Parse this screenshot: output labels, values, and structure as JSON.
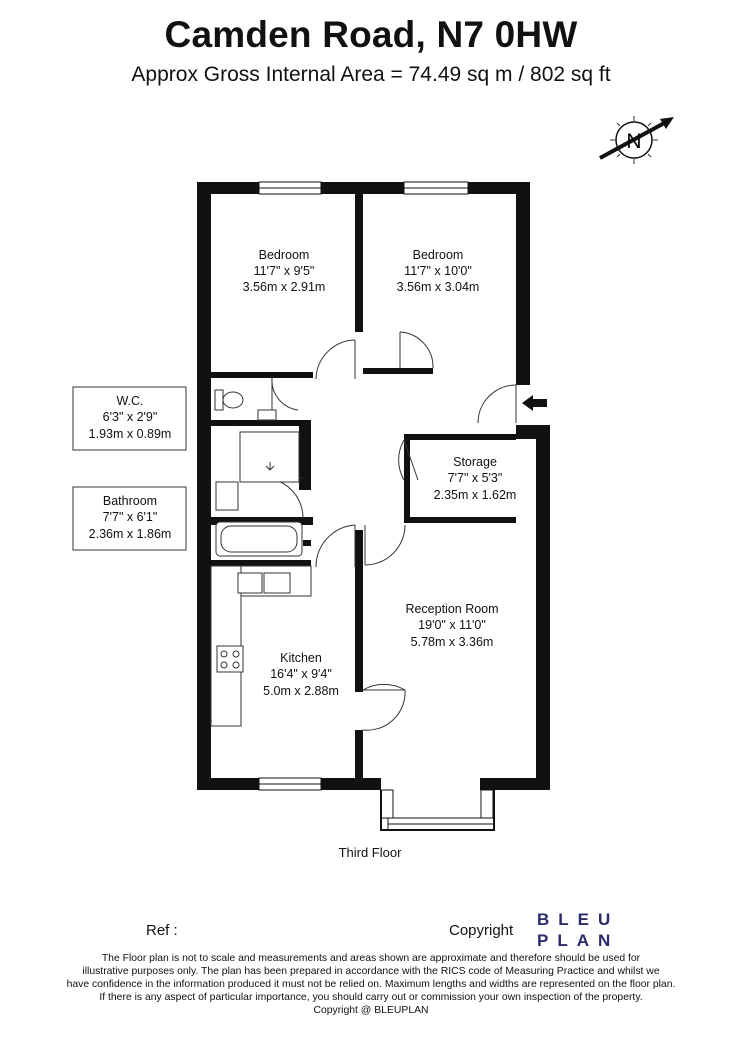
{
  "title": "Camden Road, N7 0HW",
  "subtitle": "Approx Gross Internal Area = 74.49 sq m / 802 sq ft",
  "compass": {
    "label": "N",
    "icon": "north-arrow-icon"
  },
  "rooms": {
    "bedroom1": {
      "name": "Bedroom",
      "imperial": "11'7\" x 9'5\"",
      "metric": "3.56m x 2.91m"
    },
    "bedroom2": {
      "name": "Bedroom",
      "imperial": "11'7\" x 10'0\"",
      "metric": "3.56m x 3.04m"
    },
    "wc": {
      "name": "W.C.",
      "imperial": "6'3\" x 2'9\"",
      "metric": "1.93m x 0.89m"
    },
    "bathroom": {
      "name": "Bathroom",
      "imperial": "7'7\" x 6'1\"",
      "metric": "2.36m x 1.86m"
    },
    "storage": {
      "name": "Storage",
      "imperial": "7'7\" x 5'3\"",
      "metric": "2.35m x 1.62m"
    },
    "reception": {
      "name": "Reception Room",
      "imperial": "19'0\" x 11'0\"",
      "metric": "5.78m x 3.36m"
    },
    "kitchen": {
      "name": "Kitchen",
      "imperial": "16'4\" x 9'4\"",
      "metric": "5.0m x 2.88m"
    }
  },
  "floor_label": "Third Floor",
  "footer": {
    "ref_label": "Ref  :",
    "copyright_label": "Copyright",
    "logo_line1": "BLEU",
    "logo_line2": "PLAN",
    "logo_color": "#2b2a6b",
    "disclaimer": [
      "The Floor plan is not to scale and measurements and areas shown are approximate and therefore should be used for",
      "illustrative purposes only. The plan has been prepared in accordance with the RICS code of Measuring Practice and whilst we",
      "have confidence in the information produced it must not be relied on. Maximum lengths and widths are represented on the floor plan.",
      "If there is any aspect of particular importance, you should carry out or commission your own inspection of the property.",
      "Copyright @ BLEUPLAN"
    ]
  }
}
